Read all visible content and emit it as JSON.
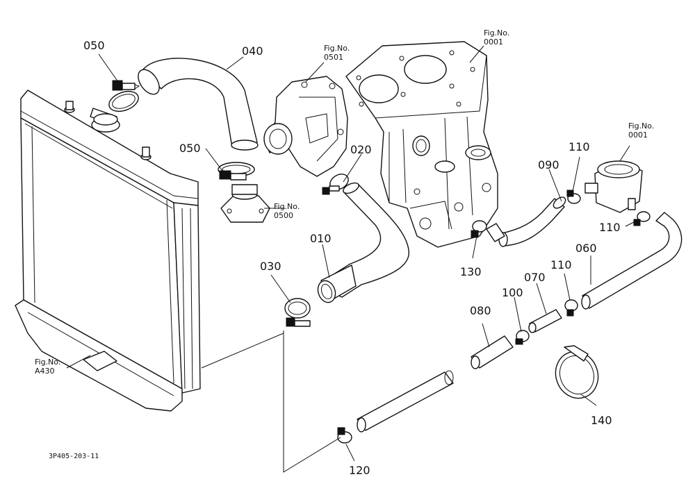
{
  "diagram": {
    "document_id": "3P405-203-11",
    "part_labels": {
      "p010": "010",
      "p020": "020",
      "p030": "030",
      "p040": "040",
      "p050a": "050",
      "p050b": "050",
      "p060": "060",
      "p070": "070",
      "p080": "080",
      "p090": "090",
      "p100": "100",
      "p110a": "110",
      "p110b": "110",
      "p110c": "110",
      "p120": "120",
      "p130": "130",
      "p140": "140"
    },
    "figure_refs": {
      "fig_0001_block": [
        "Fig.No.",
        "0001"
      ],
      "fig_0501": [
        "Fig.No.",
        "0501"
      ],
      "fig_0500": [
        "Fig.No.",
        "0500"
      ],
      "fig_0001_filter": [
        "Fig.No.",
        "0001"
      ],
      "fig_a430": [
        "Fig.No.",
        "A430"
      ]
    },
    "colors": {
      "ink": "#111111",
      "paper": "#ffffff"
    }
  }
}
